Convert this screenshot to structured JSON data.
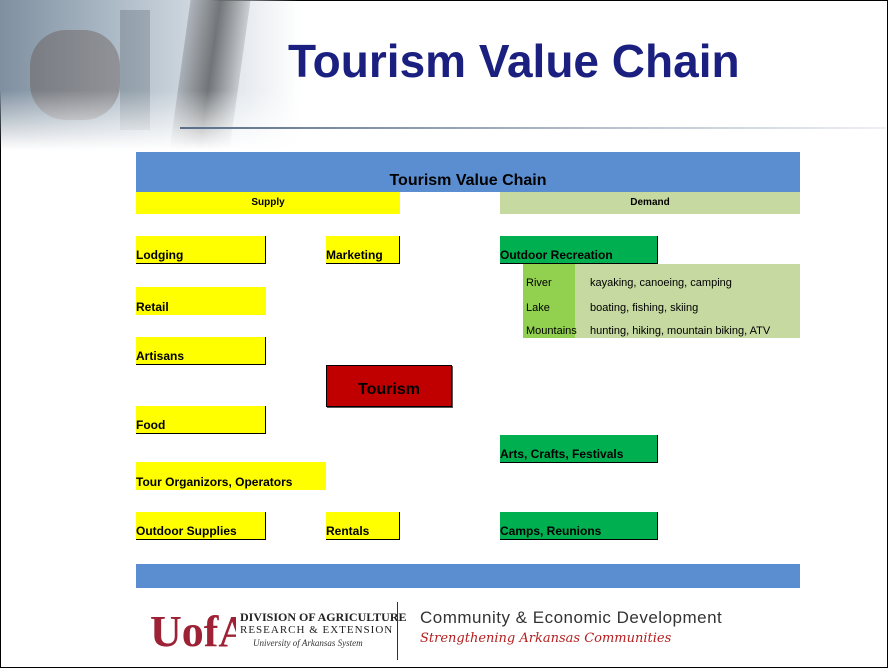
{
  "slide": {
    "title": "Tourism Value Chain"
  },
  "diagram": {
    "title": "Tourism Value Chain",
    "supply_header": "Supply",
    "demand_header": "Demand",
    "supply": {
      "lodging": "Lodging",
      "marketing": "Marketing",
      "retail": "Retail",
      "artisans": "Artisans",
      "food": "Food",
      "tour_organizors": "Tour Organizors, Operators",
      "outdoor_supplies": "Outdoor Supplies",
      "rentals": "Rentals"
    },
    "center": "Tourism",
    "demand": {
      "outdoor_recreation": "Outdoor Recreation",
      "recreation_items": [
        {
          "place": "River",
          "activities": "kayaking, canoeing, camping"
        },
        {
          "place": "Lake",
          "activities": "boating, fishing, skiing"
        },
        {
          "place": "Mountains",
          "activities": "hunting, hiking, mountain biking, ATV"
        }
      ],
      "arts_crafts": "Arts, Crafts, Festivals",
      "camps": "Camps, Reunions"
    },
    "colors": {
      "band_blue": "#5a8ed0",
      "supply_yellow": "#ffff00",
      "demand_green": "#00b050",
      "light_green": "#c6d9a0",
      "tourism_red": "#c00000"
    }
  },
  "footer": {
    "ua_logo_letters": "UofA",
    "ua_line1": "DIVISION OF AGRICULTURE",
    "ua_line2": "RESEARCH & EXTENSION",
    "ua_line3": "University of Arkansas System",
    "ced_title": "Community & Economic Development",
    "ced_tagline": "Strengthening Arkansas Communities"
  }
}
